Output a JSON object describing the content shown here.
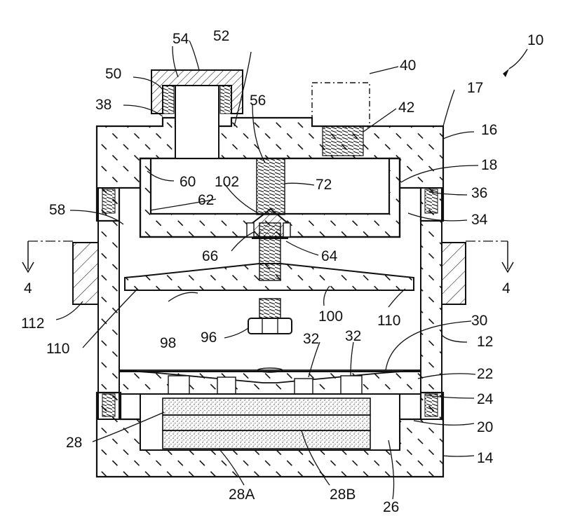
{
  "figure": {
    "reference_numerals": {
      "n10": "10",
      "n12": "12",
      "n14": "14",
      "n16": "16",
      "n17": "17",
      "n18": "18",
      "n20": "20",
      "n22": "22",
      "n24": "24",
      "n26": "26",
      "n28": "28",
      "n28A": "28A",
      "n28B": "28B",
      "n30": "30",
      "n32a": "32",
      "n32b": "32",
      "n34": "34",
      "n36": "36",
      "n38": "38",
      "n40": "40",
      "n42": "42",
      "n50": "50",
      "n52": "52",
      "n54": "54",
      "n56": "56",
      "n58": "58",
      "n60": "60",
      "n62": "62",
      "n64": "64",
      "n66": "66",
      "n72": "72",
      "n96": "96",
      "n98": "98",
      "n100": "100",
      "n102": "102",
      "n110a": "110",
      "n110b": "110",
      "n112": "112",
      "section_left": "4",
      "section_right": "4"
    },
    "colors": {
      "line": "#111111",
      "hatch": "#111111",
      "stipple": "#555555",
      "background": "#ffffff"
    }
  }
}
